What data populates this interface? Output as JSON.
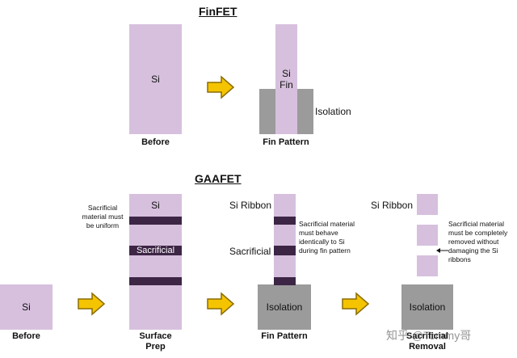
{
  "finfet": {
    "title": "FinFET",
    "before_block": "Si",
    "before_caption": "Before",
    "fin_label_line1": "Si",
    "fin_label_line2": "Fin",
    "isolation_label": "Isolation",
    "fin_caption": "Fin Pattern"
  },
  "gaafet": {
    "title": "GAAFET",
    "before_block": "Si",
    "before_caption": "Before",
    "surface_block_si": "Si",
    "surface_block_sacrificial": "Sacrificial",
    "surface_note": "Sacrificial material must be uniform",
    "surface_caption_line1": "Surface",
    "surface_caption_line2": "Prep",
    "fin_ribbon_label": "Si Ribbon",
    "fin_sacrificial_label": "Sacrificial",
    "fin_note": "Sacrificial material must behave identically to Si during fin pattern",
    "fin_isolation": "Isolation",
    "fin_caption": "Fin Pattern",
    "removal_ribbon_label": "Si Ribbon",
    "removal_note": "Sacrificial material must be completely removed without damaging the Si ribbons",
    "removal_isolation": "Isolation",
    "removal_caption_line1": "Sacrificial",
    "removal_caption_line2": "Removal"
  },
  "colors": {
    "silicon": "#d7c0de",
    "sacrificial": "#3d2545",
    "isolation": "#9b9b9b",
    "arrow_fill": "#f5c400",
    "arrow_stroke": "#8a6d00"
  },
  "icons": [
    "right-arrow-icon",
    "note-pointer-arrow-icon"
  ],
  "watermark": "知乎 @Tommy哥"
}
